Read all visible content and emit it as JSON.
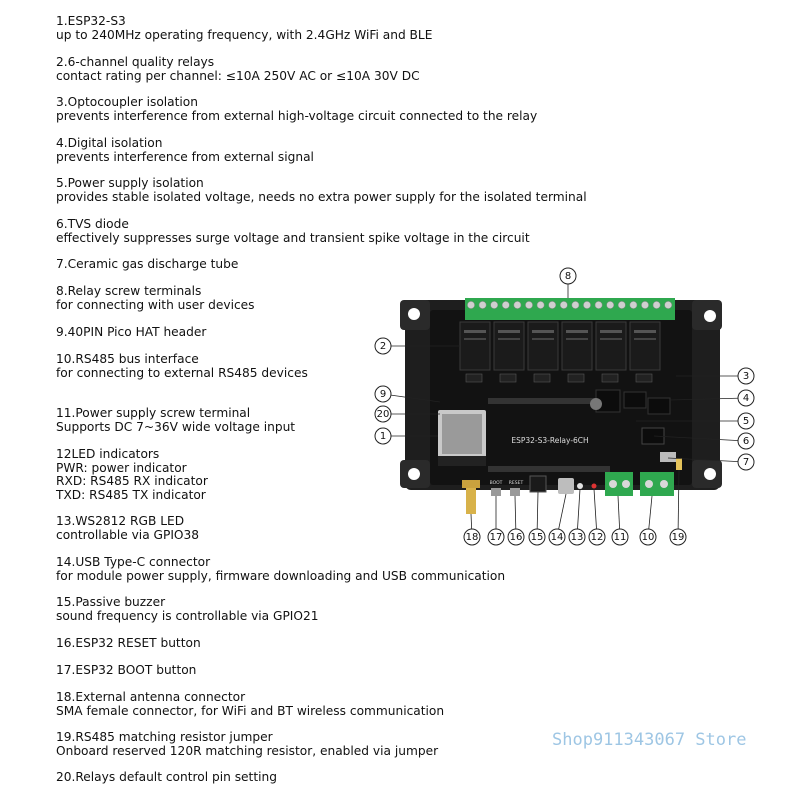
{
  "features": [
    {
      "title": "1.ESP32-S3",
      "lines": [
        "up to 240MHz operating frequency, with 2.4GHz WiFi and BLE"
      ]
    },
    {
      "title": "2.6-channel quality relays",
      "lines": [
        "contact rating per channel: ≤10A 250V AC or ≤10A 30V DC"
      ]
    },
    {
      "title": "3.Optocoupler isolation",
      "lines": [
        "prevents interference from external high-voltage circuit connected to the relay"
      ]
    },
    {
      "title": "4.Digital isolation",
      "lines": [
        "prevents interference from external signal"
      ]
    },
    {
      "title": "5.Power supply isolation",
      "lines": [
        "provides stable isolated voltage, needs no extra power supply for the isolated terminal"
      ]
    },
    {
      "title": "6.TVS diode",
      "lines": [
        "effectively suppresses surge voltage and transient spike voltage in the circuit"
      ]
    },
    {
      "title": "7.Ceramic gas discharge tube",
      "lines": []
    },
    {
      "title": "8.Relay screw terminals",
      "lines": [
        "for connecting with user devices"
      ]
    },
    {
      "title": "9.40PIN Pico HAT header",
      "lines": []
    },
    {
      "title": "10.RS485 bus interface",
      "lines": [
        "for connecting to external RS485 devices"
      ]
    },
    {
      "title": "11.Power supply screw terminal",
      "lines": [
        "Supports DC 7~36V wide voltage input"
      ]
    },
    {
      "title": "12LED indicators",
      "lines": [
        "PWR: power indicator",
        "RXD: RS485 RX indicator",
        "TXD: RS485 TX indicator"
      ]
    },
    {
      "title": "13.WS2812 RGB LED",
      "lines": [
        "controllable via GPIO38"
      ]
    },
    {
      "title": "14.USB Type-C connector",
      "lines": [
        "for module power supply, firmware downloading and USB communication"
      ]
    },
    {
      "title": "15.Passive buzzer",
      "lines": [
        "sound frequency is controllable via GPIO21"
      ]
    },
    {
      "title": "16.ESP32 RESET button",
      "lines": []
    },
    {
      "title": "17.ESP32 BOOT button",
      "lines": []
    },
    {
      "title": "18.External antenna connector",
      "lines": [
        "SMA female connector, for WiFi and BT wireless communication"
      ]
    },
    {
      "title": "19.RS485 matching resistor jumper",
      "lines": [
        "Onboard reserved 120R matching resistor, enabled via jumper"
      ]
    },
    {
      "title": "20.Relays default control pin setting",
      "lines": []
    }
  ],
  "board": {
    "silkscreen_main": "ESP32-S3-Relay-6CH",
    "silkscreen_boot": "BOOT",
    "silkscreen_reset": "RESET",
    "colors": {
      "pcb": "#151515",
      "terminal": "#2fa84f",
      "relay": "#1b1b1b",
      "mount": "#202020"
    }
  },
  "callouts": [
    "1",
    "2",
    "3",
    "4",
    "5",
    "6",
    "7",
    "8",
    "9",
    "10",
    "11",
    "12",
    "13",
    "14",
    "15",
    "16",
    "17",
    "18",
    "19",
    "20"
  ],
  "watermark": "Shop911343067 Store"
}
